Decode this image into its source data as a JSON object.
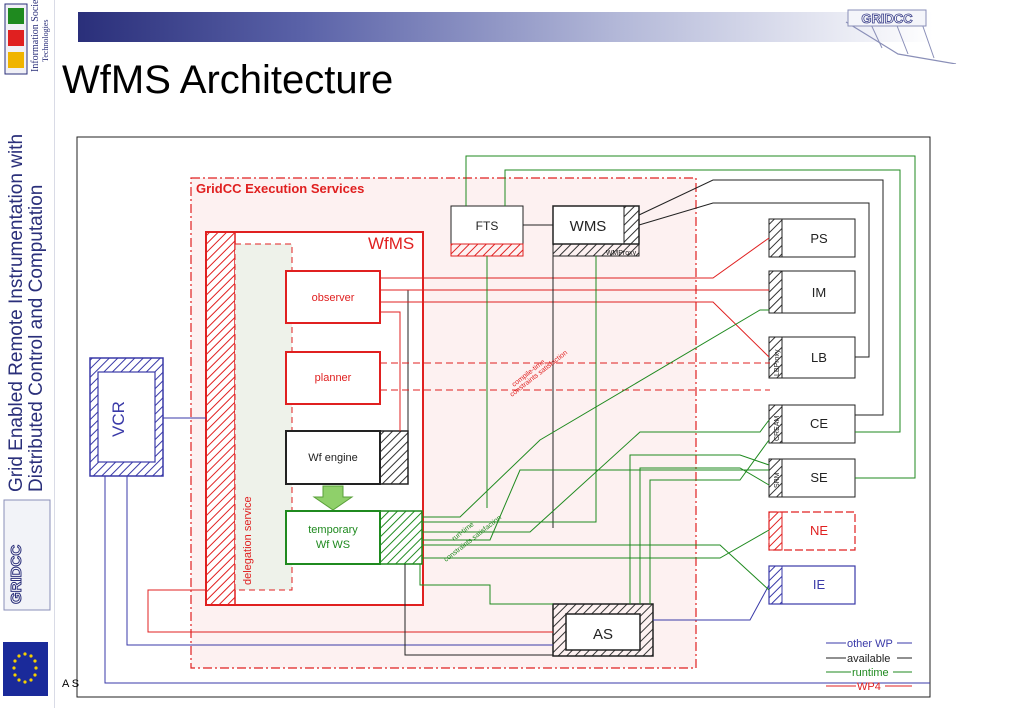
{
  "slide": {
    "title": "WfMS Architecture",
    "sidebar_line1": "Grid Enabled Remote Instrumentation with",
    "sidebar_line2": "Distributed Control and Computation",
    "ist_line1": "Information Society",
    "ist_line2": "Technologies",
    "logo_text": "GRIDCC",
    "sidebar_logo_text": "GRIDCC",
    "footer_note": "A S"
  },
  "diagram": {
    "zone_label": "GridCC Execution Services",
    "wfms_label": "WfMS",
    "delegation_label": "delegation service",
    "vcr": "VCR",
    "observer": "observer",
    "planner": "planner",
    "wf_engine": "Wf engine",
    "temp_line1": "temporary",
    "temp_line2": "Wf WS",
    "fts": "FTS",
    "wms": "WMS",
    "wmproxy": "WMProxy",
    "as": "AS",
    "ps": "PS",
    "im": "IM",
    "lb": "LB",
    "lbproxy": "LBProxy",
    "ce": "CE",
    "cream": "CREAM",
    "se": "SE",
    "srm": "SRM",
    "ne": "NE",
    "ie": "IE",
    "compile_line1": "compile-time",
    "compile_line2": "constraints satisfaction",
    "runtime_line1": "run-time",
    "runtime_line2": "constraints satisfaction"
  },
  "legend": {
    "items": [
      {
        "label": "other WP",
        "color": "#3a3aa8"
      },
      {
        "label": "available",
        "color": "#222222"
      },
      {
        "label": "runtime",
        "color": "#1f8a1f"
      },
      {
        "label": "WP4",
        "color": "#e02020"
      }
    ]
  },
  "colors": {
    "red": "#e02020",
    "green": "#1f8a1f",
    "blue": "#3a3aa8",
    "black": "#222222"
  }
}
